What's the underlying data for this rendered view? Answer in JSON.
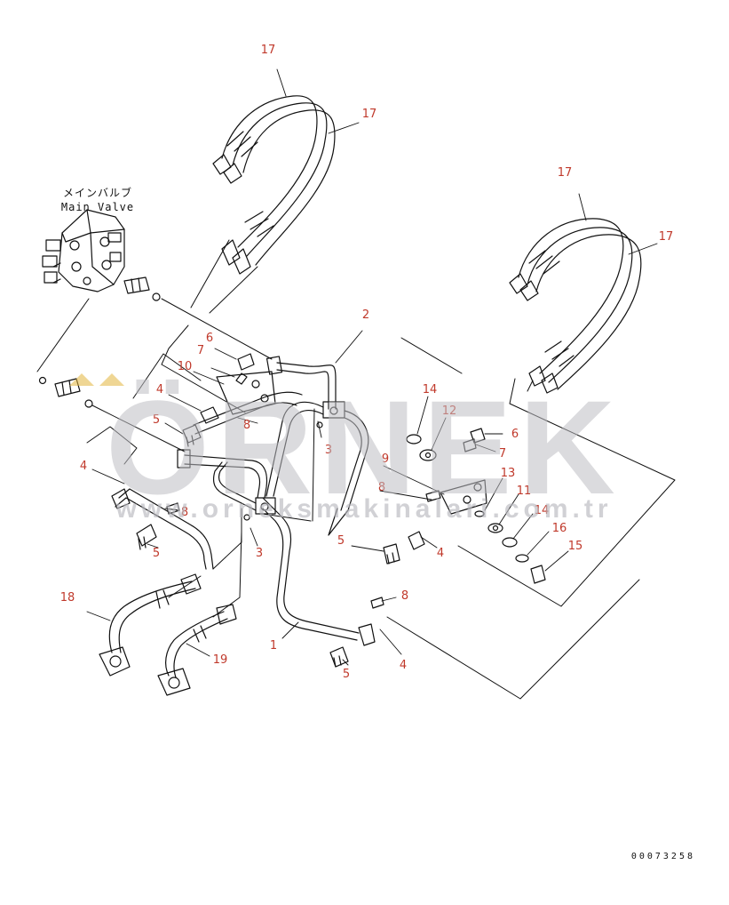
{
  "diagram": {
    "main_valve_label_jp": "メインバルブ",
    "main_valve_label_en": "Main Valve",
    "document_number": "00073258",
    "callout_color": "#c0392b",
    "callouts": [
      {
        "id": "1",
        "text": "1"
      },
      {
        "id": "2",
        "text": "2"
      },
      {
        "id": "3a",
        "text": "3"
      },
      {
        "id": "3b",
        "text": "3"
      },
      {
        "id": "4a",
        "text": "4"
      },
      {
        "id": "4b",
        "text": "4"
      },
      {
        "id": "4c",
        "text": "4"
      },
      {
        "id": "4d",
        "text": "4"
      },
      {
        "id": "5a",
        "text": "5"
      },
      {
        "id": "5b",
        "text": "5"
      },
      {
        "id": "5c",
        "text": "5"
      },
      {
        "id": "5d",
        "text": "5"
      },
      {
        "id": "6a",
        "text": "6"
      },
      {
        "id": "6b",
        "text": "6"
      },
      {
        "id": "7a",
        "text": "7"
      },
      {
        "id": "7b",
        "text": "7"
      },
      {
        "id": "8a",
        "text": "8"
      },
      {
        "id": "8b",
        "text": "8"
      },
      {
        "id": "8c",
        "text": "8"
      },
      {
        "id": "8d",
        "text": "8"
      },
      {
        "id": "9",
        "text": "9"
      },
      {
        "id": "10",
        "text": "10"
      },
      {
        "id": "11",
        "text": "11"
      },
      {
        "id": "12",
        "text": "12"
      },
      {
        "id": "13",
        "text": "13"
      },
      {
        "id": "14a",
        "text": "14"
      },
      {
        "id": "14b",
        "text": "14"
      },
      {
        "id": "15",
        "text": "15"
      },
      {
        "id": "16",
        "text": "16"
      },
      {
        "id": "17a",
        "text": "17"
      },
      {
        "id": "17b",
        "text": "17"
      },
      {
        "id": "17c",
        "text": "17"
      },
      {
        "id": "17d",
        "text": "17"
      },
      {
        "id": "18",
        "text": "18"
      },
      {
        "id": "19",
        "text": "19"
      }
    ]
  },
  "watermark": {
    "brand": "ÖRNEK",
    "url": "www.orneksmakinalari.com.tr"
  }
}
